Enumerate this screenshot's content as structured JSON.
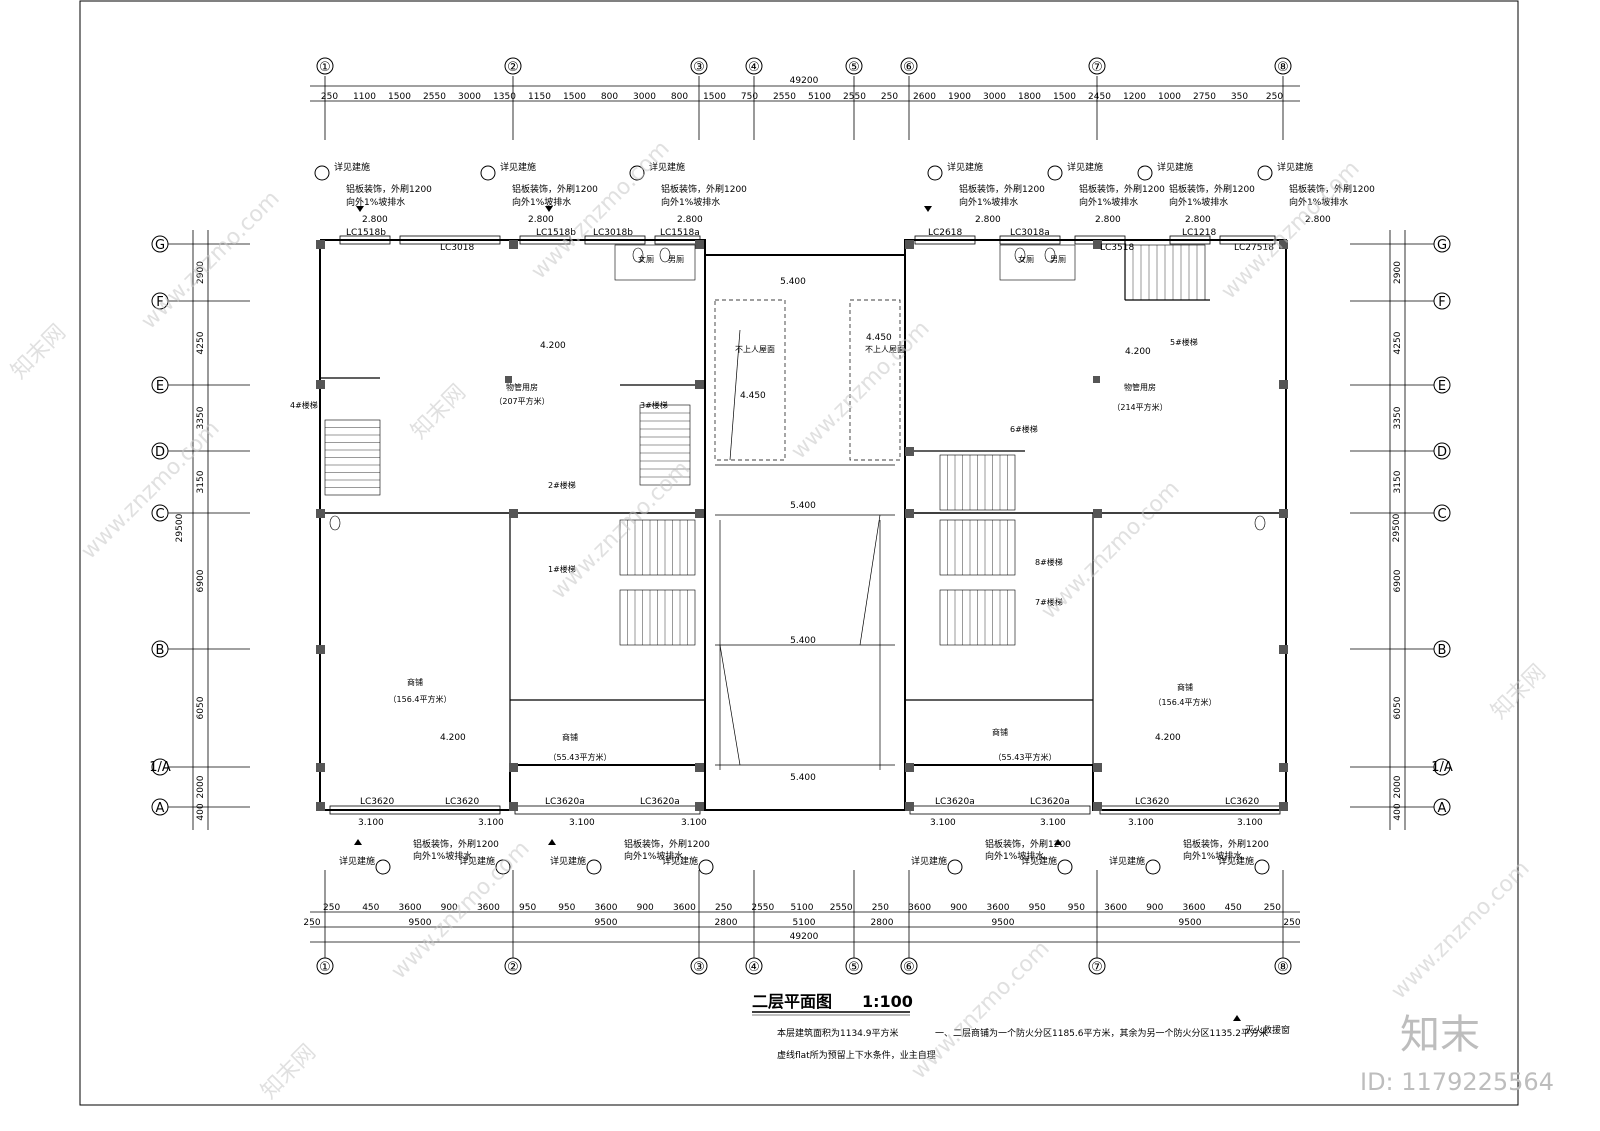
{
  "drawing": {
    "title": "二层平面图",
    "scale": "1:100",
    "notes_left": [
      "本层建筑面积为1134.9平方米",
      "虚线flat所为预留上下水条件，业主自理"
    ],
    "note_right": "一、二层商铺为一个防火分区1185.6平方米，其余为另一个防火分区1135.2平方米",
    "legend_label": "灭火救援窗"
  },
  "axes": {
    "columns": [
      "①",
      "②",
      "③",
      "④",
      "⑤",
      "⑥",
      "⑦",
      "⑧"
    ],
    "rows": [
      "G",
      "F",
      "E",
      "D",
      "C",
      "B",
      "1/A",
      "A"
    ]
  },
  "dimensions": {
    "total_top": "49200",
    "total_bottom": "49200",
    "top_segments": [
      "250",
      "1100",
      "1500",
      "2550",
      "3000",
      "1350",
      "1150",
      "1500",
      "800",
      "3000",
      "800",
      "1500",
      "750",
      "2550",
      "5100",
      "2550",
      "250",
      "2600",
      "1900",
      "3000",
      "1800",
      "1500",
      "2450",
      "1200",
      "1000",
      "2750",
      "350",
      "250"
    ],
    "bottom_segments": [
      "250",
      "450",
      "3600",
      "900",
      "3600",
      "950",
      "950",
      "3600",
      "900",
      "3600",
      "250",
      "2550",
      "5100",
      "2550",
      "250",
      "3600",
      "900",
      "3600",
      "950",
      "950",
      "3600",
      "900",
      "3600",
      "450",
      "250"
    ],
    "bottom_second": [
      "250",
      "9500",
      "9500",
      "2800",
      "5100",
      "2800",
      "9500",
      "9500",
      "250"
    ],
    "left_rows": [
      "2900",
      "4250",
      "3350",
      "3150",
      "6900",
      "6050",
      "2000",
      "400"
    ],
    "left_total": "29500",
    "right_rows": [
      "2900",
      "4250",
      "3350",
      "3150",
      "6900",
      "6050",
      "2000",
      "400"
    ],
    "right_total": "29500"
  },
  "rooms": {
    "office_left": {
      "name": "物管用房",
      "area": "（207平方米）",
      "elev": "4.200"
    },
    "office_right": {
      "name": "物管用房",
      "area": "（214平方米）",
      "elev": "4.200"
    },
    "shop_left": {
      "name": "商铺",
      "area": "（156.4平方米）",
      "elev": "4.200"
    },
    "shop_right": {
      "name": "商铺",
      "area": "（156.4平方米）",
      "elev": "4.200"
    },
    "shop_small_left": {
      "name": "商铺",
      "area": "（55.43平方米）"
    },
    "shop_small_right": {
      "name": "商铺",
      "area": "（55.43平方米）"
    },
    "stair_4": "4#楼梯",
    "stair_3": "3#楼梯",
    "stair_2": "2#楼梯",
    "stair_1": "1#楼梯",
    "stair_6": "6#楼梯",
    "stair_8": "8#楼梯",
    "stair_7": "7#楼梯",
    "stair_5": "5#楼梯",
    "roof_left": "不上人屋面",
    "roof_right": "不上人屋面",
    "roof_elev_l": "4.450",
    "roof_elev_r": "4.450",
    "slab_elev": "5.400",
    "toilet_f": "女厕",
    "toilet_m": "男厕"
  },
  "windows": {
    "top": [
      "LC1518b",
      "LC3018",
      "LC1518b",
      "LC3018b",
      "LC1518a",
      "LC2618",
      "LC3018a",
      "LC3518",
      "LC1218",
      "LC27518"
    ],
    "bottom": [
      "LC3620",
      "LC3620",
      "LC3620a",
      "LC3620a",
      "LC3620a",
      "LC3620a",
      "LC3620",
      "LC3620"
    ]
  },
  "callouts": {
    "detail_ref": "详见建施",
    "sill_note": "铝板装饰，外刷1200",
    "sill_note2": "向外1%坡排水",
    "sill_height": "2.800",
    "sill_height_bottom": "3.100"
  },
  "watermark": {
    "site": "www.znzmo.com",
    "brand": "知末",
    "brand_cn": "知末网",
    "id_label": "ID: 1179225564"
  }
}
